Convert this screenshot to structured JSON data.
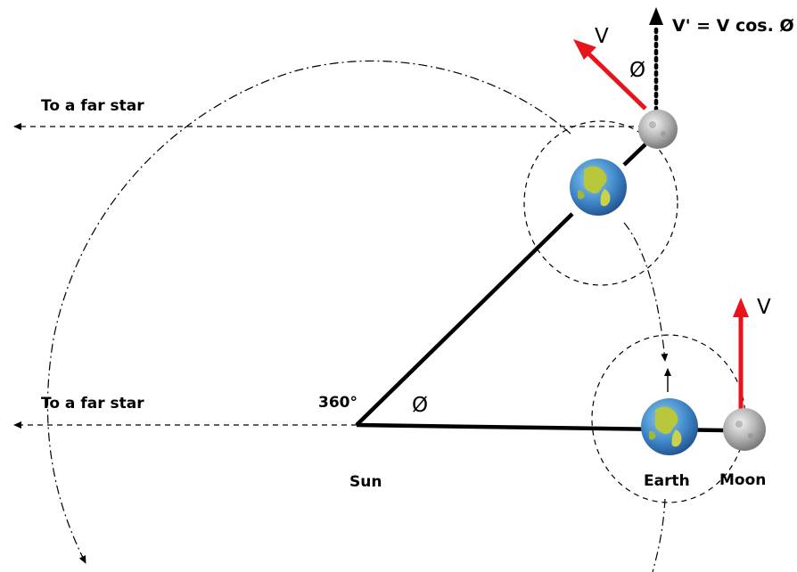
{
  "labels": {
    "far_star_top": "To a far star",
    "far_star_bottom": "To a far star",
    "velocity_top": "V",
    "velocity_projection": "V' = V cos. Ø",
    "angle_top": "Ø",
    "velocity_right": "V",
    "angle_full": "360°",
    "angle_center": "Ø",
    "sun": "Sun",
    "earth": "Earth",
    "moon": "Moon"
  },
  "icons": {
    "earth": "earth-globe-icon",
    "moon": "moon-icon"
  },
  "colors": {
    "velocity_arrow": "#e8141c",
    "lines": "#000000",
    "earth_ocean": "#3f86c8",
    "earth_land": "#b9c83a",
    "moon": "#a9a9a9"
  }
}
